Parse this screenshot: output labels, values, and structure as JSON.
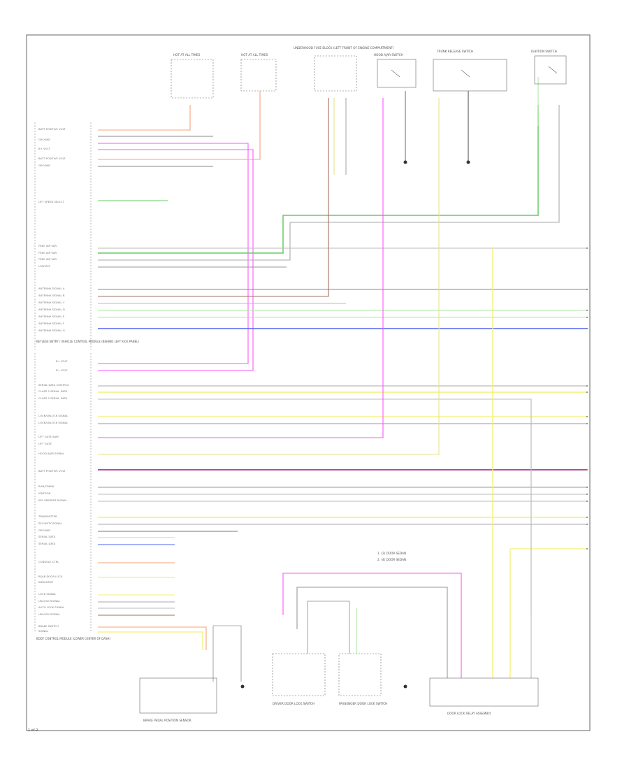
{
  "colors": {
    "orange": "#f5a37a",
    "pink": "#ff55ff",
    "yellow": "#f4f072",
    "green": "#66cc66",
    "lightgreen": "#aee8a0",
    "blue": "#5566ee",
    "brown": "#a07060",
    "purple": "#aa3399",
    "gray": "#999999",
    "dark": "#333333"
  },
  "diagram": {
    "page_marker": "1 of 2",
    "module_left_lower": "BODY CONTROL MODULE (LOWER CENTER OF DASH)",
    "module_left_upper": "KEYLESS ENTRY / VEHICLE CONTROL MODULE (BEHIND LEFT KICK PANEL)",
    "components": {
      "fuse_block_1": "HOT AT ALL TIMES",
      "fuse_block_2": "HOT AT ALL TIMES",
      "junction": "UNDERHOOD FUSE BLOCK (LEFT FRONT OF ENGINE COMPARTMENT)",
      "hood_sw": "HOOD AJAR SWITCH",
      "trunk_sw": "TRUNK RELEASE SWITCH",
      "ignition_sw": "IGNITION SWITCH",
      "switch_bottom_left": "BRAKE PEDAL POSITION SENSOR",
      "switch_center_1": "DRIVER DOOR LOCK SWITCH",
      "switch_center_2": "PASSENGER DOOR LOCK SWITCH",
      "switch_right": "DOOR LOCK RELAY ASSEMBLY",
      "legend_1": "1. (2) DOOR SEDAN",
      "legend_2": "2. (4) DOOR SEDAN"
    }
  }
}
